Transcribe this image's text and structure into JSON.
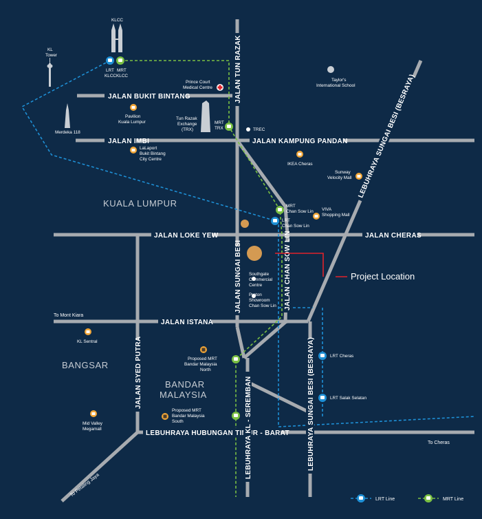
{
  "roads": {
    "bukit_bintang": "JALAN BUKIT BINTANG",
    "tun_razak": "JALAN TUN RAZAK",
    "imbi": "JALAN IMBI",
    "kampung_pandan": "JALAN KAMPUNG PANDAN",
    "loke_yew": "JALAN LOKE YEW",
    "cheras": "JALAN CHERAS",
    "sungai_besi": "JALAN SUNGAI BESI",
    "chan_sow_lin": "JALAN CHAN SOW LIN",
    "istana": "JALAN ISTANA",
    "syed_putra": "JALAN SYED PUTRA",
    "lebuhraya_hubungan": "LEBUHRAYA HUBUNGAN TIMUR - BARAT",
    "kl_seremban": "LEBUHRAYA KL - SEREMBAN",
    "sungai_besi_besraya_top": "LEBUHRAYA SUNGAI BESI (BESRAYA)",
    "sungai_besi_besraya_bottom": "LEBUHRAYA SUNGAI BESI (BESRAYA)"
  },
  "areas": {
    "kuala_lumpur": "KUALA LUMPUR",
    "bangsar": "BANGSAR",
    "bandar_malaysia_1": "BANDAR",
    "bandar_malaysia_2": "MALAYSIA"
  },
  "directions": {
    "mont_kiara": "To Mont Kiara",
    "cheras": "To Cheras",
    "petaling_jaya": "To Petaling Jaya"
  },
  "landmarks": {
    "klcc": "KLCC",
    "kl_tower_1": "KL",
    "kl_tower_2": "Tower",
    "merdeka": "Merdeka 118",
    "trx_1": "Tun Razak",
    "trx_2": "Exchange",
    "trx_3": "(TRX)",
    "prince_court_1": "Prince Court",
    "prince_court_2": "Medical Centre",
    "taylors_1": "Taylor's",
    "taylors_2": "International School",
    "trec": "TREC",
    "pavilion_1": "Pavilion",
    "pavilion_2": "Kuala Lumpur",
    "lalaport_1": "LaLaport",
    "lalaport_2": "Bukit Bintang",
    "lalaport_3": "City Centre",
    "ikea": "IKEA Cheras",
    "sunway_1": "Sunway",
    "sunway_2": "Velocity Mall",
    "viva_1": "VIVA",
    "viva_2": "Shopping Mall",
    "southgate_1": "Southgate",
    "southgate_2": "Commercial",
    "southgate_3": "Centre",
    "proton_1": "Proton",
    "proton_2": "Showroom",
    "proton_3": "Chan Sow Lin",
    "kl_sentral": "KL Sentral",
    "mid_valley_1": "Mid Valley",
    "mid_valley_2": "Megamall",
    "bmn_1": "Proposed MRT",
    "bmn_2": "Bandar Malaysia",
    "bmn_3": "North",
    "bms_1": "Proposed MRT",
    "bms_2": "Bandar Malaysia",
    "bms_3": "South"
  },
  "stations": {
    "lrt_klcc_1": "LRT",
    "lrt_klcc_2": "KLCC",
    "mrt_klcc_1": "MRT",
    "mrt_klcc_2": "KLCC",
    "mrt_trx_1": "MRT",
    "mrt_trx_2": "TRX",
    "mrt_csl_1": "MRT",
    "mrt_csl_2": "Chan Sow Lin",
    "lrt_csl_1": "LRT",
    "lrt_csl_2": "Chan Sow Lin",
    "lrt_cheras": "LRT Cheras",
    "lrt_salak": "LRT Salak Selatan"
  },
  "project_location": "Project Location",
  "legend": {
    "lrt": "LRT Line",
    "mrt": "MRT Line"
  },
  "colors": {
    "background": "#0e2a47",
    "road": "#a7abb0",
    "lrt": "#1e90d6",
    "mrt": "#7bc043",
    "mall": "#f2a637",
    "project_marker": "#d49a52",
    "project_line": "#e0232b"
  }
}
